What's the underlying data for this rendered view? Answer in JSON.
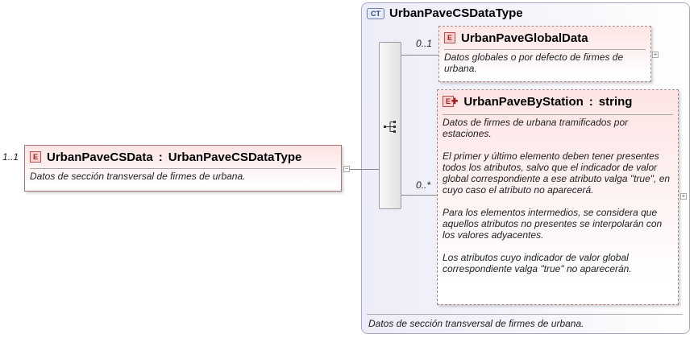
{
  "root": {
    "multiplicity": "1..1",
    "badge": "E",
    "name": "UrbanPaveCSData",
    "type_sep": ":",
    "type": "UrbanPaveCSDataType",
    "doc": "Datos de sección transversal de firmes de urbana."
  },
  "complex_type": {
    "badge": "CT",
    "name": "UrbanPaveCSDataType",
    "doc": "Datos de sección transversal de firmes de urbana."
  },
  "children": [
    {
      "multiplicity": "0..1",
      "badge": "E",
      "name": "UrbanPaveGlobalData",
      "doc": "Datos globales o por defecto de firmes de urbana."
    },
    {
      "multiplicity": "0..*",
      "badge": "E",
      "name": "UrbanPaveByStation",
      "type_sep": ":",
      "type": "string",
      "doc": "Datos de firmes de urbana tramificados por estaciones.\n\nEl primer y último elemento deben tener presentes todos los atributos, salvo que el indicador de valor global correspondiente a ese atributo valga \"true\", en cuyo caso el atributo no aparecerá.\n\nPara los elementos intermedios, se considera que aquellos atributos no presentes se interpolarán con los valores adyacentes.\n\nLos atributos cuyo indicador de valor global correspondiente valga \"true\" no aparecerán."
    }
  ],
  "icons": {
    "expand": "expand-plus-icon",
    "collapse": "collapse-minus-icon",
    "sequence": "sequence-compositor-icon",
    "attributes": "attributes-plus-icon"
  },
  "colors": {
    "element_border": "#aa7777",
    "element_fill": "#fde4e4",
    "badge_border": "#c05050",
    "badge_fill": "#f7d0d0",
    "complex_type_border": "#a8a8c8",
    "complex_type_fill": "#ecedf8"
  }
}
